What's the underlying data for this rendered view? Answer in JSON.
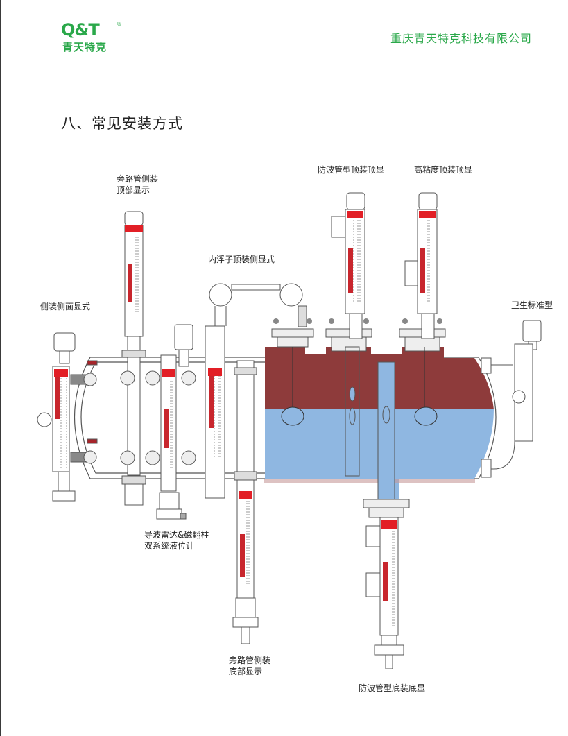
{
  "header": {
    "logo_mark": "Q&T",
    "logo_reg": "®",
    "logo_text": "青天特克",
    "company_name": "重庆青天特克科技有限公司",
    "brand_color": "#2aa84a"
  },
  "section": {
    "title": "八、常见安装方式"
  },
  "labels": {
    "side_mount": "侧装侧面显式",
    "bypass_top_line1": "旁路管侧装",
    "bypass_top_line2": "顶部显示",
    "inner_float": "内浮子顶装侧显式",
    "wave_pipe_top": "防波管型顶装顶显",
    "high_viscosity": "高粘度顶装顶显",
    "sanitary": "卫生标准型",
    "radar_line1": "导波雷达&磁翻柱",
    "radar_line2": "双系统液位计",
    "bypass_bottom_line1": "旁路管侧装",
    "bypass_bottom_line2": "底部显示",
    "wave_pipe_bottom": "防波管型底装底显"
  },
  "colors": {
    "upper_liquid": "#8e3b3b",
    "lower_liquid": "#8fb7e1",
    "indicator_red": "#c8262d",
    "flag_red": "#e21f26"
  }
}
